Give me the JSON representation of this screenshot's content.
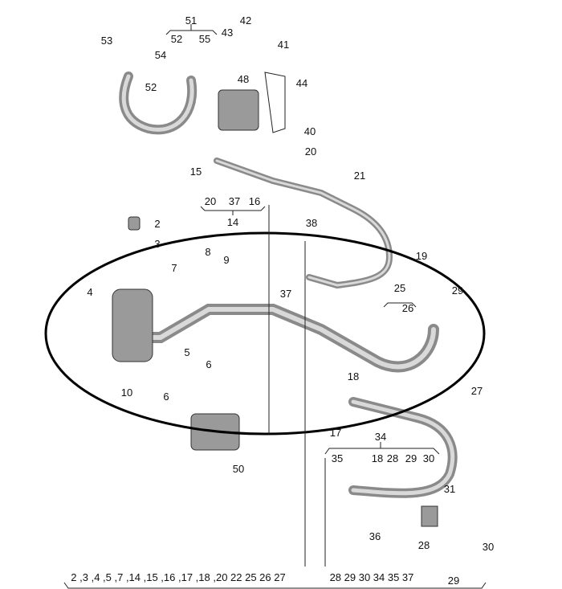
{
  "diagram": {
    "callouts": [
      "53",
      "51",
      "52",
      "55",
      "43",
      "42",
      "41",
      "54",
      "52",
      "48",
      "44",
      "40",
      "20",
      "15",
      "21",
      "20",
      "37",
      "16",
      "14",
      "2",
      "3",
      "38",
      "19",
      "8",
      "9",
      "7",
      "37",
      "25",
      "26",
      "29",
      "4",
      "5",
      "6",
      "18",
      "10",
      "6",
      "27",
      "17",
      "34",
      "35",
      "18",
      "28",
      "29",
      "30",
      "50",
      "31",
      "36",
      "28",
      "30",
      "29"
    ],
    "bottom_group_left": "2 ,3 ,4 ,5 ,7 ,14 ,15 ,16 ,17 ,18 ,20  22  25  26  27",
    "bottom_group_right": "28  29  30  34  35  37"
  }
}
